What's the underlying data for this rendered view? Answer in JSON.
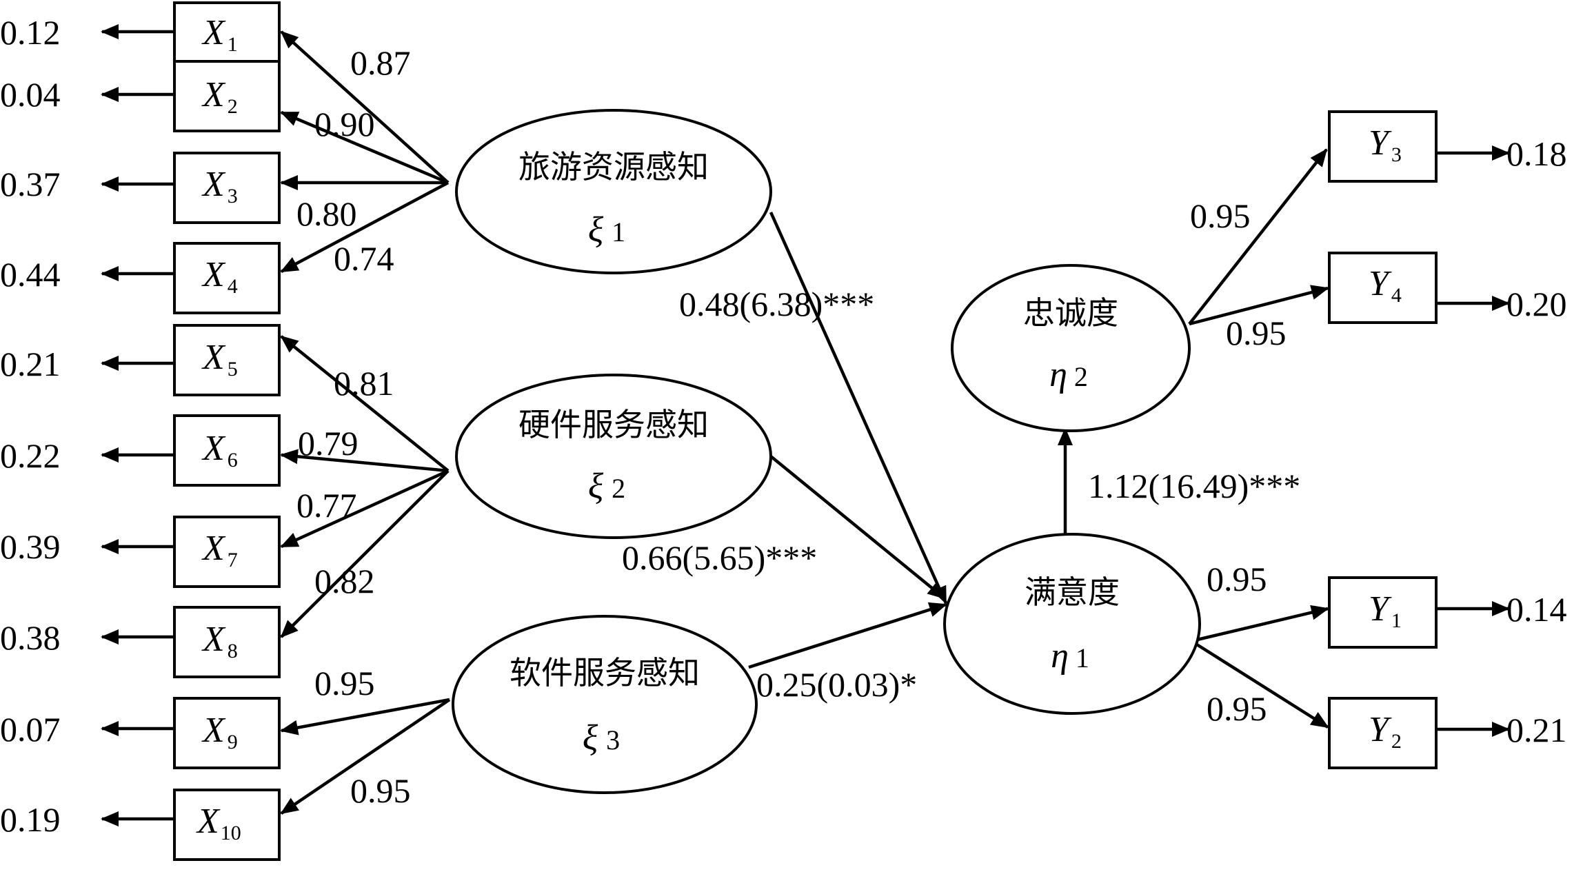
{
  "latents": [
    {
      "id": "xi1",
      "name": "旅游资源感知",
      "symbol": "ξ",
      "sub": "1"
    },
    {
      "id": "xi2",
      "name": "硬件服务感知",
      "symbol": "ξ",
      "sub": "2"
    },
    {
      "id": "xi3",
      "name": "软件服务感知",
      "symbol": "ξ",
      "sub": "3"
    },
    {
      "id": "eta2",
      "name": "忠诚度",
      "symbol": "η",
      "sub": "2"
    },
    {
      "id": "eta1",
      "name": "满意度",
      "symbol": "η",
      "sub": "1"
    }
  ],
  "x_indicators": [
    {
      "letter": "X",
      "sub": "1",
      "error": "0.12"
    },
    {
      "letter": "X",
      "sub": "2",
      "error": "0.04"
    },
    {
      "letter": "X",
      "sub": "3",
      "error": "0.37"
    },
    {
      "letter": "X",
      "sub": "4",
      "error": "0.44"
    },
    {
      "letter": "X",
      "sub": "5",
      "error": "0.21"
    },
    {
      "letter": "X",
      "sub": "6",
      "error": "0.22"
    },
    {
      "letter": "X",
      "sub": "7",
      "error": "0.39"
    },
    {
      "letter": "X",
      "sub": "8",
      "error": "0.38"
    },
    {
      "letter": "X",
      "sub": "9",
      "error": "0.07"
    },
    {
      "letter": "X",
      "sub": "10",
      "error": "0.19"
    }
  ],
  "y_indicators": [
    {
      "letter": "Y",
      "sub": "3",
      "error": "0.18"
    },
    {
      "letter": "Y",
      "sub": "4",
      "error": "0.20"
    },
    {
      "letter": "Y",
      "sub": "1",
      "error": "0.14"
    },
    {
      "letter": "Y",
      "sub": "2",
      "error": "0.21"
    }
  ],
  "x_loadings": [
    "0.87",
    "0.90",
    "0.80",
    "0.74",
    "0.81",
    "0.79",
    "0.77",
    "0.82",
    "0.95",
    "0.95"
  ],
  "y_loadings": [
    "0.95",
    "0.95",
    "0.95",
    "0.95"
  ],
  "paths": {
    "xi1_eta1": "0.48(6.38)***",
    "xi2_eta1": "0.66(5.65)***",
    "xi3_eta1": "0.25(0.03)*",
    "eta1_eta2": "1.12(16.49)***"
  }
}
